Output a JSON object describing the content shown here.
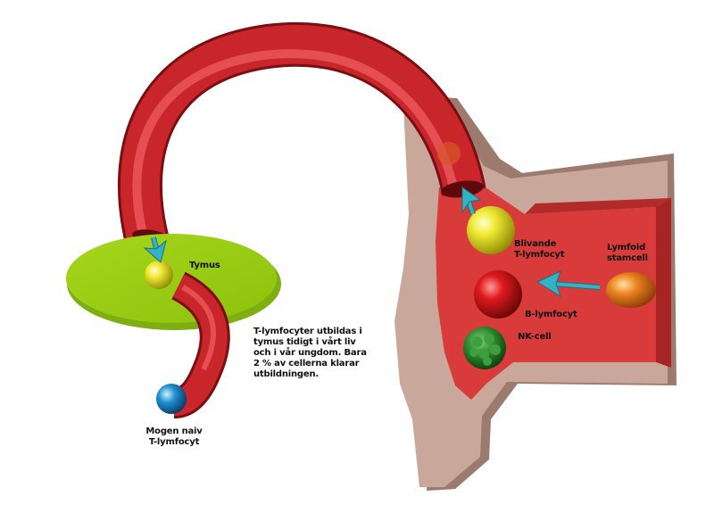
{
  "labels": {
    "tymus": "Tymus",
    "blivande_line1": "Blivande",
    "blivande_line2": "T-lymfocyt",
    "lymfoid_line1": "Lymfoid",
    "lymfoid_line2": "stamcell",
    "b_lymfocyt": "B-lymfocyt",
    "nk_cell": "NK-cell",
    "mogen_line1": "Mogen naiv",
    "mogen_line2": "T-lymfocyt",
    "description": [
      "T-lymfocyter utbildas i",
      "tymus tidigt i vårt liv",
      "och i vår ungdom. Bara",
      "2 % av cellerna klarar",
      "utbildningen."
    ]
  },
  "colors": {
    "bone": "#c9a79a",
    "marrow": "#d93a3a",
    "vessel": "#c8262a",
    "thymus": "#a6d61c",
    "arrow": "#34b3c4",
    "b_cell": "#d41418",
    "t_cell": "#e2dc1e",
    "stem_cell": "#e8821e",
    "nk_cell": "#2e8a2e",
    "naive_cell": "#1f8fd0"
  }
}
